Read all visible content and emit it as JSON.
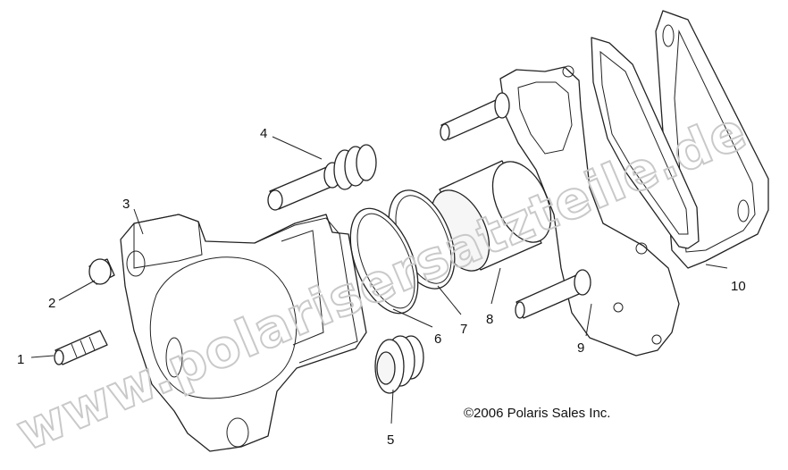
{
  "callouts": [
    {
      "id": "1",
      "label": "1"
    },
    {
      "id": "2",
      "label": "2"
    },
    {
      "id": "3",
      "label": "3"
    },
    {
      "id": "4",
      "label": "4"
    },
    {
      "id": "5",
      "label": "5"
    },
    {
      "id": "6",
      "label": "6"
    },
    {
      "id": "7",
      "label": "7"
    },
    {
      "id": "8",
      "label": "8"
    },
    {
      "id": "9",
      "label": "9"
    },
    {
      "id": "10",
      "label": "10"
    }
  ],
  "copyright": "©2006 Polaris Sales Inc.",
  "watermark": "www.polarisersatzteile.de"
}
